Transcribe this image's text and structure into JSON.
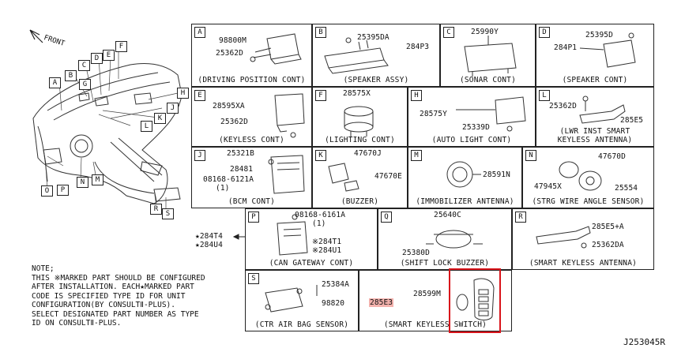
{
  "front_label": "FRONT",
  "callouts": [
    "A",
    "B",
    "C",
    "D",
    "E",
    "F",
    "G",
    "H",
    "J",
    "K",
    "L",
    "M",
    "N",
    "O",
    "P",
    "R",
    "S"
  ],
  "cells": {
    "A": {
      "letter": "A",
      "caption": "(DRIVING POSITION CONT)",
      "parts": [
        "98800M",
        "25362D"
      ]
    },
    "B": {
      "letter": "B",
      "caption": "(SPEAKER ASSY)",
      "parts": [
        "25395DA",
        "284P3"
      ]
    },
    "C": {
      "letter": "C",
      "caption": "(SONAR CONT)",
      "parts": [
        "25990Y"
      ]
    },
    "D": {
      "letter": "D",
      "caption": "(SPEAKER CONT)",
      "parts": [
        "25395D",
        "284P1"
      ]
    },
    "E": {
      "letter": "E",
      "caption": "(KEYLESS CONT)",
      "parts": [
        "28595XA",
        "25362D"
      ]
    },
    "F": {
      "letter": "F",
      "caption": "(LIGHTING CONT)",
      "parts": [
        "28575X"
      ]
    },
    "H": {
      "letter": "H",
      "caption": "(AUTO LIGHT CONT)",
      "parts": [
        "28575Y",
        "25339D"
      ]
    },
    "L": {
      "letter": "L",
      "caption": "(LWR INST SMART KEYLESS ANTENNA)",
      "caption_l1": "(LWR INST SMART",
      "caption_l2": "KEYLESS ANTENNA)",
      "parts": [
        "25362D",
        "285E5"
      ]
    },
    "J": {
      "letter": "J",
      "caption": "(BCM CONT)",
      "parts": [
        "25321B",
        "28481",
        "08168-6121A",
        "(1)"
      ]
    },
    "K": {
      "letter": "K",
      "caption": "(BUZZER)",
      "parts": [
        "47670J",
        "47670E"
      ]
    },
    "M": {
      "letter": "M",
      "caption": "(IMMOBILIZER ANTENNA)",
      "parts": [
        "28591N"
      ]
    },
    "N": {
      "letter": "N",
      "caption": "(STRG WIRE ANGLE SENSOR)",
      "parts": [
        "47670D",
        "47945X",
        "25554"
      ]
    },
    "P": {
      "letter": "P",
      "caption": "(CAN GATEWAY CONT)",
      "parts": [
        "08168-6161A",
        "(1)",
        "※284T1",
        "※284U1"
      ]
    },
    "Q": {
      "letter": "Q",
      "caption": "(SHIFT LOCK BUZZER)",
      "parts": [
        "25640C",
        "25380D"
      ]
    },
    "R": {
      "letter": "R",
      "caption": "(SMART KEYLESS ANTENNA)",
      "parts": [
        "285E5+A",
        "25362DA"
      ]
    },
    "S": {
      "letter": "S",
      "caption": "(CTR AIR BAG SENSOR)",
      "parts": [
        "25384A",
        "98820"
      ]
    },
    "T": {
      "caption": "(SMART KEYLESS SWITCH)",
      "parts": [
        "28599M",
        "285E3"
      ]
    }
  },
  "side_parts": [
    "★284T4",
    "★284U4"
  ],
  "note": [
    "NOTE;",
    "THIS ※MARKED PART SHOULD BE CONFIGURED",
    "AFTER INSTALLATION. EACH★MARKED PART",
    "CODE IS SPECIFIED TYPE ID FOR UNIT",
    "CONFIGURATION(BY CONSULTⅡ-PLUS).",
    "SELECT DESIGNATED PART NUMBER AS TYPE",
    "ID ON CONSULTⅡ-PLUS."
  ],
  "diagram_id": "J253045R",
  "highlight_color": "#d9141b"
}
